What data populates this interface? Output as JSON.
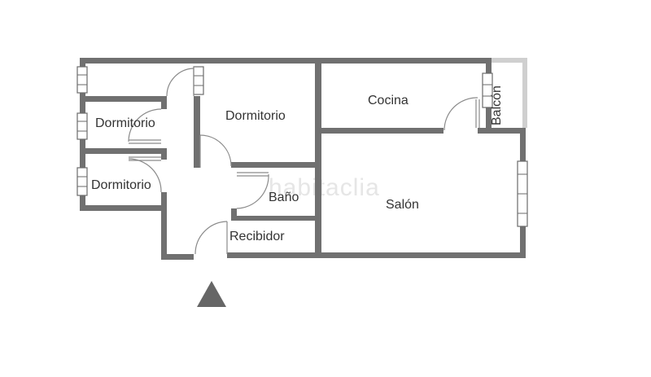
{
  "rooms": {
    "dormitorio_1": "Dormitorio",
    "dormitorio_2": "Dormitorio",
    "dormitorio_3": "Dormitorio",
    "cocina": "Cocina",
    "balcon": "Balcón",
    "bano": "Baño",
    "salon": "Salón",
    "recibidor": "Recibidor"
  },
  "watermark": "habitaclia",
  "colors": {
    "wall": "#707070",
    "balcony_wall": "#cfcfcf",
    "entrance_arrow": "#666666"
  },
  "icons": {
    "entrance": "triangle-up-icon"
  }
}
